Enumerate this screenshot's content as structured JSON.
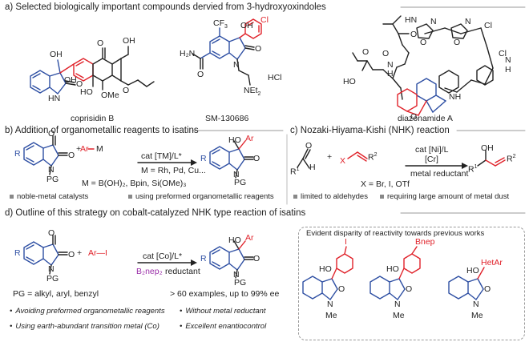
{
  "section_a": {
    "heading": "a) Selected biologically important compounds dervied from 3-hydroxyoxindoles",
    "compounds": [
      "coprisidin B",
      "SM-130686",
      "diazonamide A"
    ],
    "labels": {
      "cf3": "CF",
      "cf3_sub": "3",
      "hcl": "HCl",
      "net2": "NEt",
      "net2_sub": "2",
      "cl": "Cl",
      "h2n": "H₂N",
      "o": "O",
      "oh": "OH",
      "ho": "HO",
      "ome": "OMe",
      "nh": "NH",
      "n": "N",
      "h": "H",
      "hn": "HN"
    }
  },
  "section_b": {
    "heading": "b) Addition of organometallic reagents to isatins",
    "reagent_main": "Ar",
    "reagent_metal": "M",
    "conditions_top": "cat [TM]/L*",
    "conditions_bottom": "M = Rh, Pd, Cu...",
    "m_definition": "M = B(OH)₂, Bpin, Si(OMe)₃",
    "bullets": [
      "noble-metal catalysts",
      "using preformed organometallic reagents"
    ],
    "labels": {
      "r": "R",
      "pg": "PG",
      "ho": "HO",
      "ar": "Ar",
      "o": "O",
      "n": "N",
      "plus": "+"
    }
  },
  "section_c": {
    "heading": "c) Nozaki-Hiyama-Kishi (NHK) reaction",
    "conditions_top": "cat [Ni]/L",
    "conditions_mid": "[Cr]",
    "conditions_bottom": "metal reductant",
    "x_definition": "X = Br, I, OTf",
    "bullets": [
      "limited to aldehydes",
      "requiring large amount of metal dust"
    ],
    "labels": {
      "r1": "R",
      "r1_sup": "1",
      "r2": "R",
      "r2_sup": "2",
      "x": "X",
      "h": "H",
      "o": "O",
      "oh": "OH",
      "plus": "+"
    }
  },
  "section_d": {
    "heading": "d) Outline of this strategy on cobalt-catalyzed NHK type reaction of isatins",
    "reagent": "Ar—I",
    "conditions_top": "cat [Co]/L*",
    "conditions_reductant": "reductant",
    "conditions_b2nep2": "B₂nep₂",
    "pg_definition": "PG = alkyl, aryl, benzyl",
    "result": "> 60 examples, up to 99% ee",
    "box_title": "Evident disparity of reactivity towards previous works",
    "box_labels": {
      "iodo": "I",
      "bnep": "Bnep",
      "hetar": "HetAr",
      "ho": "HO",
      "me": "Me",
      "n": "N",
      "o": "O"
    },
    "bullets": [
      "Avoiding preformed organometallic reagents",
      "Without metal reductant",
      "Using earth-abundant transition metal (Co)",
      "Excellent enantiocontrol"
    ],
    "labels": {
      "r": "R",
      "pg": "PG",
      "ho": "HO",
      "ar": "Ar",
      "o": "O",
      "n": "N",
      "plus": "+"
    }
  },
  "colors": {
    "blue": "#2e4fa3",
    "red": "#e0222a",
    "purple": "#9a2ea8",
    "black": "#222222",
    "grey": "#888888"
  }
}
